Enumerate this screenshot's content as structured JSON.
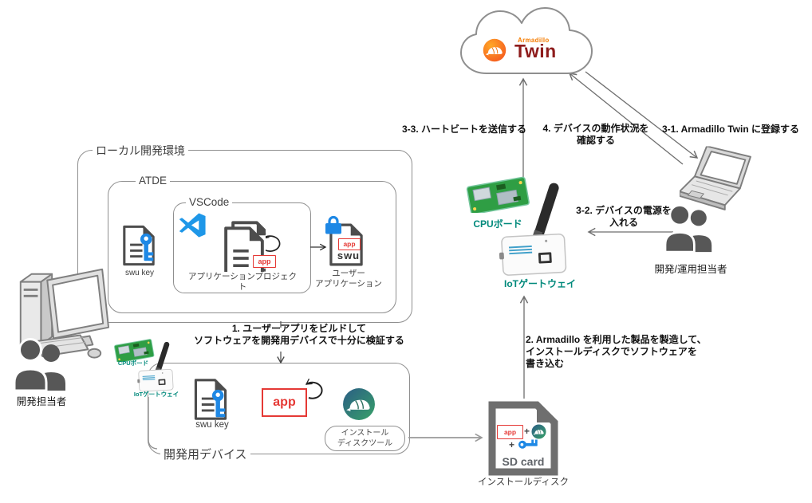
{
  "cloud": {
    "brand_top": "Armadillo",
    "brand_bottom": "Twin"
  },
  "boxes": {
    "local_dev": "ローカル開発環境",
    "atde": "ATDE",
    "vscode": "VSCode",
    "dev_device": "開発用デバイス"
  },
  "steps": {
    "s1_line1": "1. ユーザーアプリをビルドして",
    "s1_line2": "ソフトウェアを開発用デバイスで十分に検証する",
    "s2_line1": "2. Armadillo を利用した製品を製造して、",
    "s2_line2": "インストールディスクでソフトウェアを",
    "s2_line3": "書き込む",
    "s31": "3-1. Armadillo Twin に登録する",
    "s32_line1": "3-2. デバイスの電源を",
    "s32_line2": "入れる",
    "s33": "3-3. ハートビートを送信する",
    "s4_line1": "4. デバイスの動作状況を",
    "s4_line2": "確認する"
  },
  "atde": {
    "swu_key_label": "swu key",
    "project_label": "アプリケーションプロジェクト",
    "project_badge": "app",
    "user_app_label1": "ユーザー",
    "user_app_label2": "アプリケーション",
    "user_app_badge": "app",
    "user_app_swu": "swu"
  },
  "dev_box": {
    "swu_key_label": "swu key",
    "app_label": "app",
    "tool_label1": "インストール",
    "tool_label2": "ディスクツール"
  },
  "devices": {
    "cpu_board": "CPUボード",
    "iot_gateway": "IoTゲートウェイ",
    "cpu_board_small": "CPUボード",
    "iot_gateway_small": "IoTゲートウェイ"
  },
  "people": {
    "developer": "開発担当者",
    "dev_ops": "開発/運用担当者"
  },
  "sd_card": {
    "badge": "app",
    "plus1": "+",
    "plus2": "+",
    "title": "SD card",
    "caption": "インストールディスク"
  },
  "colors": {
    "teal": "#00897b",
    "red": "#e53935",
    "blue": "#1e88e5",
    "orange": "#f57c00",
    "twin_red": "#8e1c1c",
    "box_border": "#8f8f8f",
    "arrow_gray": "#6e6e6e"
  }
}
